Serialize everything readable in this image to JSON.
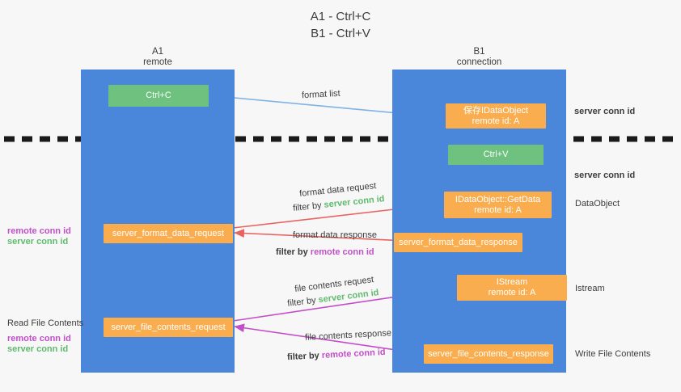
{
  "title": {
    "line1": "A1 - Ctrl+C",
    "line2": "B1 - Ctrl+V"
  },
  "lanes": [
    {
      "id": "a1",
      "name": "A1",
      "sub": "remote"
    },
    {
      "id": "b1",
      "name": "B1",
      "sub": "connection"
    }
  ],
  "boxes": {
    "ctrl_c": {
      "label": "Ctrl+C"
    },
    "save_idataobject": {
      "line1": "保存IDataObject",
      "line2": "remote id: A"
    },
    "ctrl_v": {
      "label": "Ctrl+V"
    },
    "getdata": {
      "line1": "IDataObject::GetData",
      "line2": "remote id: A"
    },
    "server_format_data_request": {
      "label": "server_format_data_request"
    },
    "server_format_data_response": {
      "label": "server_format_data_response"
    },
    "istream": {
      "line1": "IStream",
      "line2": "remote id: A"
    },
    "server_file_contents_request": {
      "label": "server_file_contents_request"
    },
    "server_file_contents_response": {
      "label": "server_file_contents_response"
    }
  },
  "arrow_labels": {
    "format_list": "format list",
    "format_data_request": "format data request",
    "format_data_request_filter_prefix": "filter by ",
    "format_data_request_filter_value": "server conn id",
    "format_data_response": "format data response",
    "format_data_response_filter_prefix": "filter by ",
    "format_data_response_filter_value": "remote conn id",
    "file_contents_request": "file contents request",
    "file_contents_request_filter_prefix": "filter by ",
    "file_contents_request_filter_value": "server conn id",
    "file_contents_response": "file contents response",
    "file_contents_response_filter_prefix": "filter by ",
    "file_contents_response_filter_value": "remote conn id"
  },
  "right_notes": {
    "server_conn_id_top": "server conn id",
    "server_conn_id_mid": "server conn id",
    "dataobject": "DataObject",
    "istream": "Istream",
    "write_file_contents": "Write File Contents"
  },
  "left_notes": {
    "remote_conn_id_mid": "remote conn id",
    "server_conn_id_mid": "server conn id",
    "read_file_contents": "Read File Contents",
    "remote_conn_id_bottom": "remote conn id",
    "server_conn_id_bottom": "server conn id"
  },
  "colors": {
    "lane": "#4a86d9",
    "box_green": "#6fc17f",
    "box_orange": "#f9ad4e",
    "green_text": "#5fba6e",
    "purple_text": "#c050c8",
    "red_arrow": "#e8635f",
    "magenta_arrow": "#c44ec8",
    "blue_arrow": "#7fb2e5",
    "divider": "#1a1a1a",
    "background": "#f7f7f7"
  }
}
